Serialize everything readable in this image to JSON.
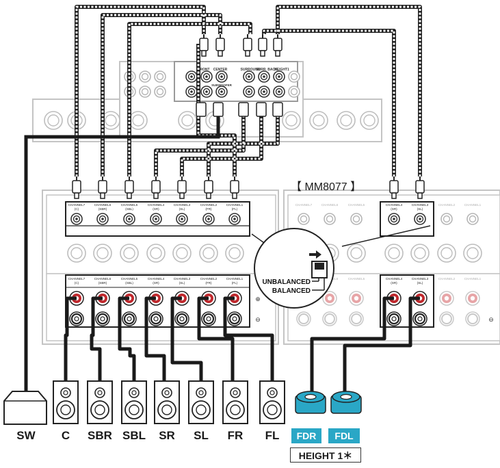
{
  "model_label": "【 MM8077 】",
  "switch_labels": {
    "unbalanced": "UNBALANCED",
    "balanced": "BALANCED"
  },
  "speakers": [
    {
      "key": "sw",
      "label": "SW"
    },
    {
      "key": "c",
      "label": "C"
    },
    {
      "key": "sbr",
      "label": "SBR"
    },
    {
      "key": "sbl",
      "label": "SBL"
    },
    {
      "key": "sr",
      "label": "SR"
    },
    {
      "key": "sl",
      "label": "SL"
    },
    {
      "key": "fr",
      "label": "FR"
    },
    {
      "key": "fl",
      "label": "FL"
    }
  ],
  "height_speakers": [
    {
      "key": "fdr",
      "label": "FDR"
    },
    {
      "key": "fdl",
      "label": "FDL"
    }
  ],
  "height_group_label": "HEIGHT 1＊",
  "amp1_channels": [
    "CHANNEL7 (C)",
    "CHANNEL6 (SBR)",
    "CHANNEL5 (SBL)",
    "CHANNEL4 (SR)",
    "CHANNEL3 (SL)",
    "CHANNEL2 (FR)",
    "CHANNEL1 (FL)"
  ],
  "amp2_channels": [
    "CHANNEL7",
    "CHANNEL6",
    "CHANNEL5",
    "CHANNEL4 (SR)",
    "CHANNEL3 (SL)",
    "CHANNEL2",
    "CHANNEL1"
  ],
  "preout_labels": [
    "FRONT",
    "CENTER",
    "SURROUND",
    "SURR. BACK",
    "HEIGHT1",
    "SUBWOOFER"
  ],
  "colors": {
    "accent": "#2aa7c6",
    "speaker_red": "#c0282d",
    "cable": "#1a1a1a",
    "panel_gray": "#bfbfbf"
  }
}
